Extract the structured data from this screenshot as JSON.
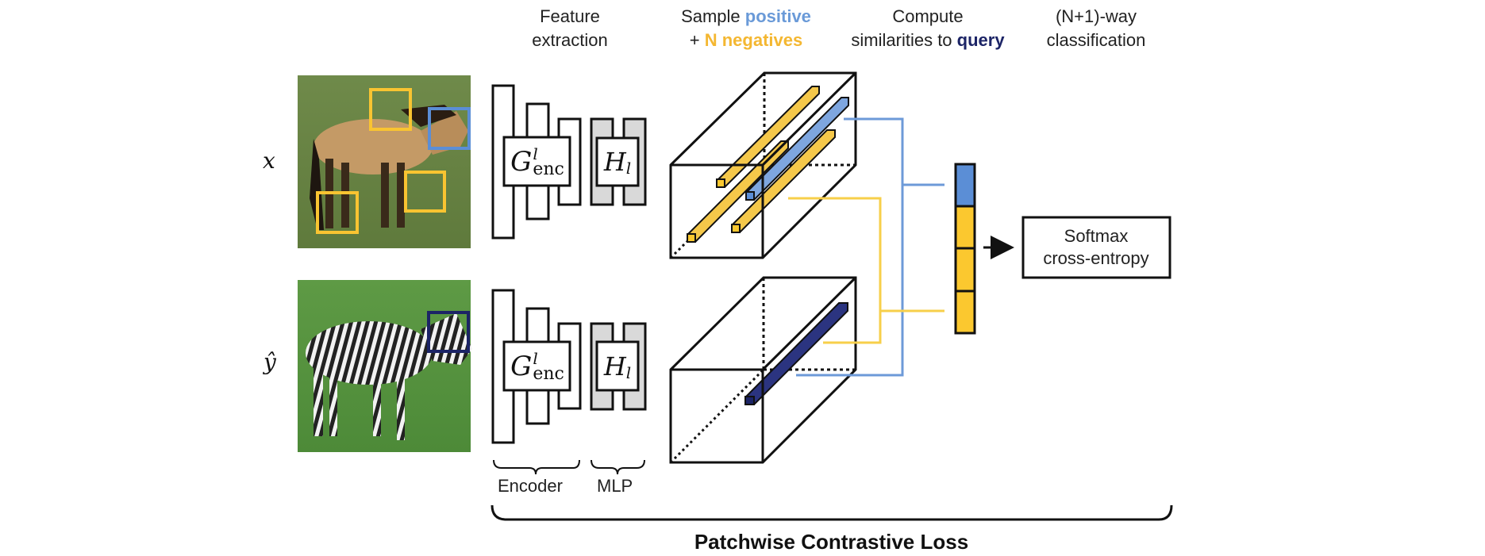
{
  "header": {
    "feature": {
      "line1": "Feature",
      "line2": "extraction"
    },
    "sample": {
      "line1_prefix": "Sample ",
      "positive": "positive",
      "line2_prefix": "+ ",
      "negatives": "N negatives"
    },
    "compute": {
      "line1": "Compute",
      "line2_prefix": "similarities to ",
      "query": "query"
    },
    "classify": {
      "line1": "(N+1)-way",
      "line2": "classification"
    }
  },
  "inputs": {
    "x_label": "x",
    "y_label": "ŷ",
    "source_image": "horse photo",
    "output_image": "zebra photo"
  },
  "modules": {
    "encoder_symbol": "G",
    "encoder_sup": "l",
    "encoder_sub": "enc",
    "mlp_symbol": "H",
    "mlp_sub": "l",
    "encoder_label": "Encoder",
    "mlp_label": "MLP"
  },
  "classifier": {
    "softmax_line1": "Softmax",
    "softmax_line2": "cross-entropy",
    "vector_cells": [
      "positive",
      "negative",
      "negative",
      "negative"
    ]
  },
  "footer": {
    "title": "Patchwise Contrastive Loss"
  },
  "colors": {
    "positive": "#5b8ed6",
    "negative": "#fbc82f",
    "query": "#1c2466",
    "mlp_fill": "#d9d9d9",
    "positive_text": "#6a9ad8",
    "negative_text": "#f4b731"
  }
}
